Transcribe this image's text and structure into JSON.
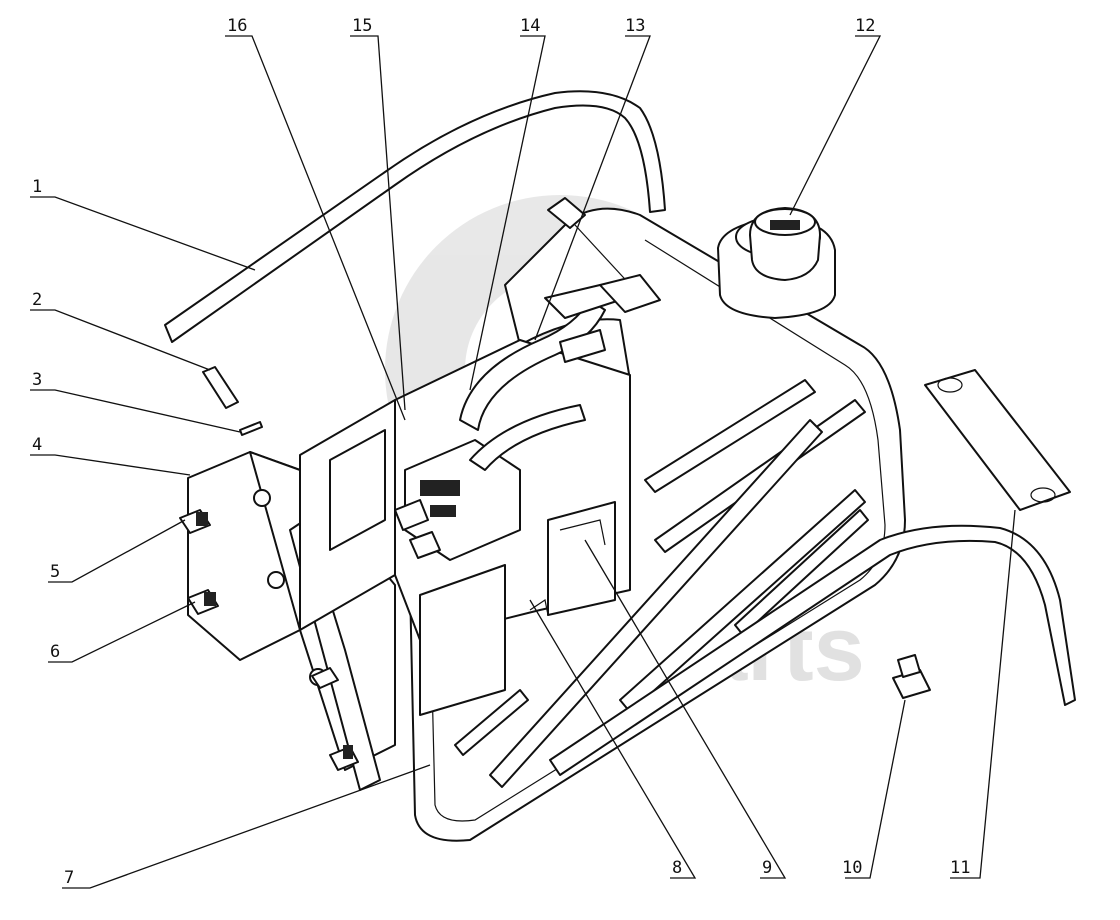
{
  "diagram": {
    "callouts": [
      {
        "id": "1",
        "text": "1"
      },
      {
        "id": "2",
        "text": "2"
      },
      {
        "id": "3",
        "text": "3"
      },
      {
        "id": "4",
        "text": "4"
      },
      {
        "id": "5",
        "text": "5"
      },
      {
        "id": "6",
        "text": "6"
      },
      {
        "id": "7",
        "text": "7"
      },
      {
        "id": "8",
        "text": "8"
      },
      {
        "id": "9",
        "text": "9"
      },
      {
        "id": "10",
        "text": "10"
      },
      {
        "id": "11",
        "text": "11"
      },
      {
        "id": "12",
        "text": "12"
      },
      {
        "id": "13",
        "text": "13"
      },
      {
        "id": "14",
        "text": "14"
      },
      {
        "id": "15",
        "text": "15"
      },
      {
        "id": "16",
        "text": "16"
      }
    ],
    "watermark": {
      "text": "data-parts",
      "color": "#c9c9c9"
    }
  }
}
